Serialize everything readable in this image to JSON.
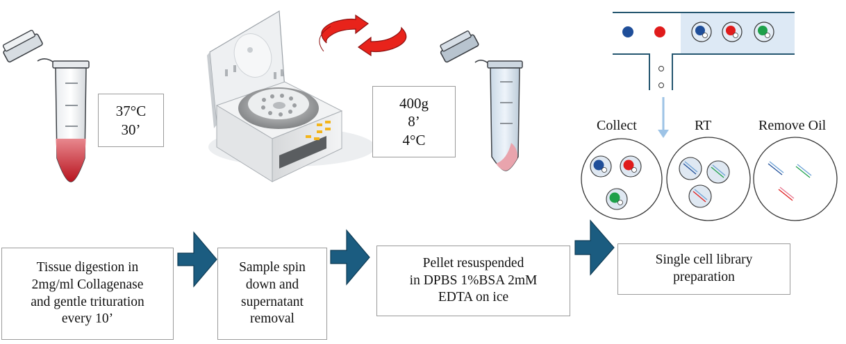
{
  "conditions": {
    "digestion": [
      "37°C",
      "30’"
    ],
    "spin": [
      "400g",
      "8’",
      "4°C"
    ]
  },
  "steps": [
    [
      "Tissue digestion in",
      "2mg/ml Collagenase",
      "and gentle trituration",
      "every 10’"
    ],
    [
      "Sample spin",
      "down and",
      "supernatant",
      "removal"
    ],
    [
      "Pellet resuspended",
      "in DPBS 1%BSA 2mM",
      "EDTA on ice"
    ],
    [
      "Single cell library",
      "preparation"
    ]
  ],
  "workflow_labels": [
    "Collect",
    "RT",
    "Remove Oil"
  ],
  "colors": {
    "arrow_fill": "#1b5c80",
    "rotation_arrows": "#e8231b",
    "tube_liquid": "#c8202a",
    "bead_blue": "#1f4e99",
    "bead_red": "#e01b1b",
    "bead_green": "#1ea04a",
    "chip_droplet_zone": "#dde9f5",
    "chip_channel_line": "#24566f",
    "flow_arrow": "#9dc3e6",
    "box_border": "#9a9a9a"
  },
  "icons": [
    "microcentrifuge-tube-icon",
    "centrifuge-icon",
    "rotation-arrows-icon",
    "droplet-chip-icon"
  ]
}
